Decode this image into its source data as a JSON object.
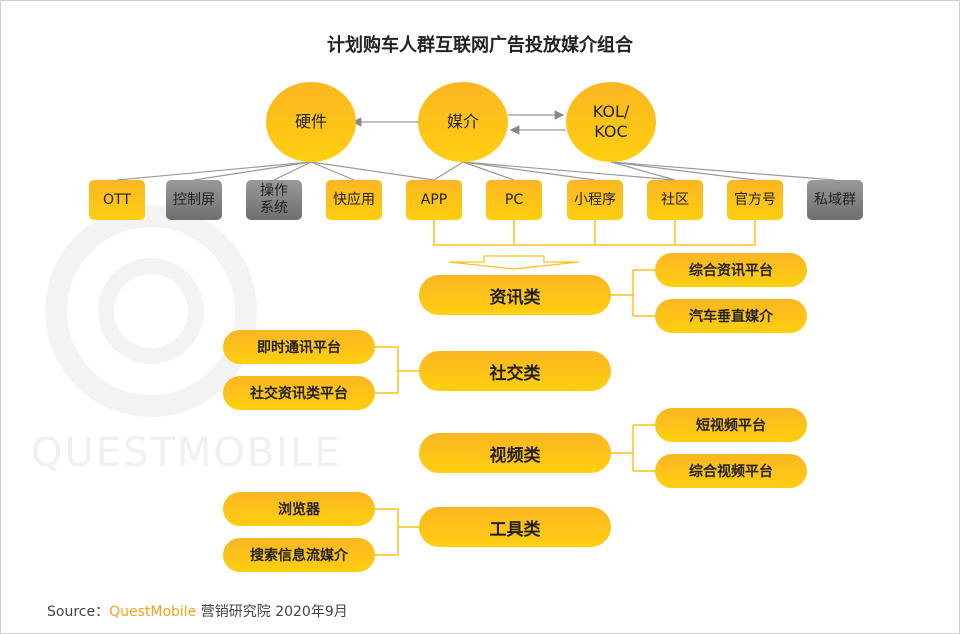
{
  "title": "计划购车人群互联网广告投放媒介组合",
  "watermark": "QUESTMOBILE",
  "circles": {
    "hardware": "硬件",
    "media": "媒介",
    "kol": "KOL/\nKOC"
  },
  "boxes": [
    {
      "label": "OTT",
      "color": "yellow"
    },
    {
      "label": "控制屏",
      "color": "gray"
    },
    {
      "label": "操作系统",
      "color": "gray"
    },
    {
      "label": "快应用",
      "color": "yellow"
    },
    {
      "label": "APP",
      "color": "yellow"
    },
    {
      "label": "PC",
      "color": "yellow"
    },
    {
      "label": "小程序",
      "color": "yellow"
    },
    {
      "label": "社区",
      "color": "yellow"
    },
    {
      "label": "官方号",
      "color": "yellow"
    },
    {
      "label": "私域群",
      "color": "gray"
    }
  ],
  "categories": [
    "资讯类",
    "社交类",
    "视频类",
    "工具类"
  ],
  "subs": {
    "info": [
      "综合资讯平台",
      "汽车垂直媒介"
    ],
    "social": [
      "即时通讯平台",
      "社交资讯类平台"
    ],
    "video": [
      "短视频平台",
      "综合视频平台"
    ],
    "tool": [
      "浏览器",
      "搜索信息流媒介"
    ]
  },
  "source": {
    "prefix": "Source：",
    "brand": "QuestMobile",
    "suffix": " 营销研究院 2020年9月"
  },
  "colors": {
    "yellow": "#fdc11a",
    "gray": "#7f7f7f",
    "brand": "#f7a21b"
  }
}
